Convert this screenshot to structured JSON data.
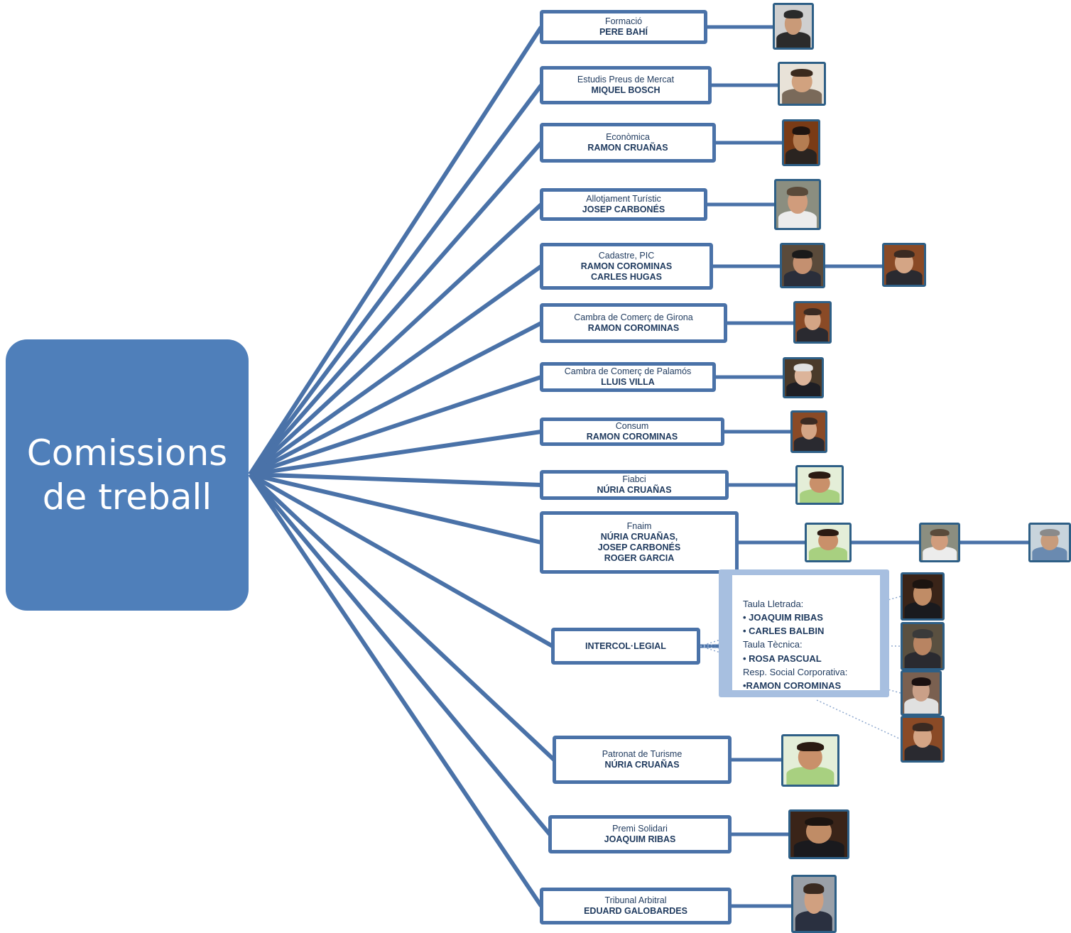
{
  "hub": {
    "line1": "Comissions",
    "line2": "de treball"
  },
  "commissions": [
    {
      "label": "Formació",
      "names": [
        "PERE BAHÍ"
      ]
    },
    {
      "label": "Estudis Preus de Mercat",
      "names": [
        "MIQUEL BOSCH"
      ]
    },
    {
      "label": "Econòmica",
      "names": [
        "RAMON CRUAÑAS"
      ]
    },
    {
      "label": "Allotjament Turístic",
      "names": [
        "JOSEP CARBONÉS"
      ]
    },
    {
      "label": "Cadastre, PIC",
      "names": [
        "RAMON COROMINAS",
        "CARLES HUGAS"
      ]
    },
    {
      "label": "Cambra de Comerç de Girona",
      "names": [
        "RAMON COROMINAS"
      ]
    },
    {
      "label": "Cambra de Comerç de Palamós",
      "names": [
        "LLUIS VILLA"
      ]
    },
    {
      "label": "Consum",
      "names": [
        "RAMON COROMINAS"
      ]
    },
    {
      "label": "Fiabci",
      "names": [
        "NÚRIA CRUAÑAS"
      ]
    },
    {
      "label": "Fnaim",
      "names": [
        "NÚRIA CRUAÑAS,",
        "JOSEP CARBONÉS",
        "ROGER GARCIA"
      ]
    },
    {
      "label": "",
      "names": [
        "INTERCOL·LEGIAL"
      ]
    },
    {
      "label": "Patronat de Turisme",
      "names": [
        "NÚRIA CRUAÑAS"
      ]
    },
    {
      "label": "Premi Solidari",
      "names": [
        "JOAQUIM RIBAS"
      ]
    },
    {
      "label": "Tribunal Arbitral",
      "names": [
        "EDUARD GALOBARDES"
      ]
    }
  ],
  "intercol_panel": [
    {
      "text": "Taula Lletrada:",
      "bold": false
    },
    {
      "text": "• JOAQUIM RIBAS",
      "bold": true
    },
    {
      "text": "• CARLES BALBIN",
      "bold": true
    },
    {
      "text": "Taula Tècnica:",
      "bold": false
    },
    {
      "text": "• ROSA PASCUAL",
      "bold": true
    },
    {
      "text": "Resp. Social Corporativa:",
      "bold": false
    },
    {
      "text": "•RAMON COROMINAS",
      "bold": true
    }
  ],
  "colors": {
    "hub": "#4f7fba",
    "line": "#4a72a8",
    "box_border": "#4a72a8",
    "photo_border": "#2e5f86",
    "text": "#1f3a5e",
    "panel": "#a7bfe0"
  }
}
